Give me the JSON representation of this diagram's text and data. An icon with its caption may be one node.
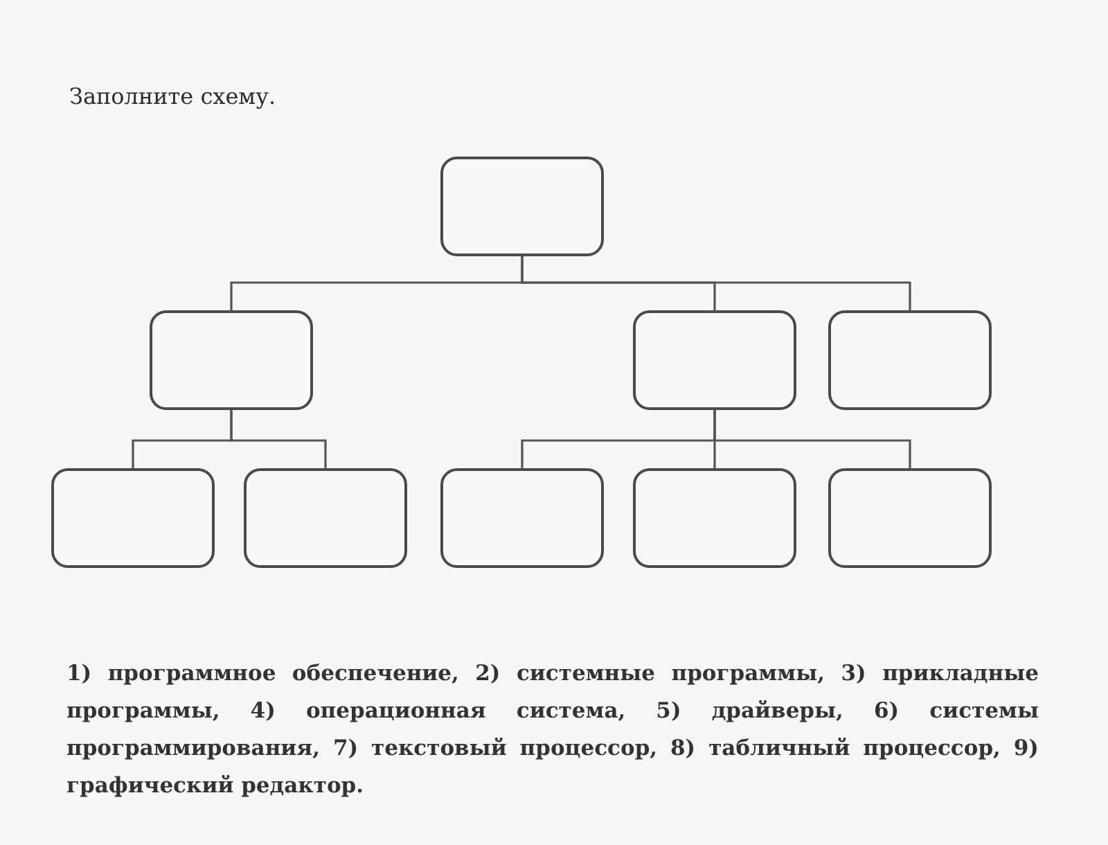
{
  "diagram": {
    "title": "Заполните схему.",
    "nodes": [
      {
        "text": [],
        "shape": "box"
      },
      {
        "text": [],
        "shape": "box"
      },
      {
        "text": [],
        "shape": "box"
      },
      {
        "text": [],
        "shape": "box"
      },
      {
        "text": [],
        "shape": "box"
      },
      {
        "text": [],
        "shape": "box"
      },
      {
        "text": [],
        "shape": "box"
      },
      {
        "text": [],
        "shape": "box"
      },
      {
        "text": [],
        "shape": "box"
      }
    ],
    "edges": [
      {
        "from": 0,
        "to": 1,
        "arrow": "none"
      },
      {
        "from": 0,
        "to": 2,
        "arrow": "none"
      },
      {
        "from": 0,
        "to": 3,
        "arrow": "none"
      },
      {
        "from": 1,
        "to": 4,
        "arrow": "none"
      },
      {
        "from": 1,
        "to": 5,
        "arrow": "none"
      },
      {
        "from": 2,
        "to": 6,
        "arrow": "none"
      },
      {
        "from": 2,
        "to": 7,
        "arrow": "none"
      },
      {
        "from": 2,
        "to": 8,
        "arrow": "none"
      }
    ],
    "labels": [
      "1) программное обеспечение, 2) системные программы, 3) прикладные программы, 4) операционная система, 5) драйверы, 6) системы программирования, 7) текстовый процессор, 8) табличный процессор, 9) графический редактор."
    ]
  }
}
